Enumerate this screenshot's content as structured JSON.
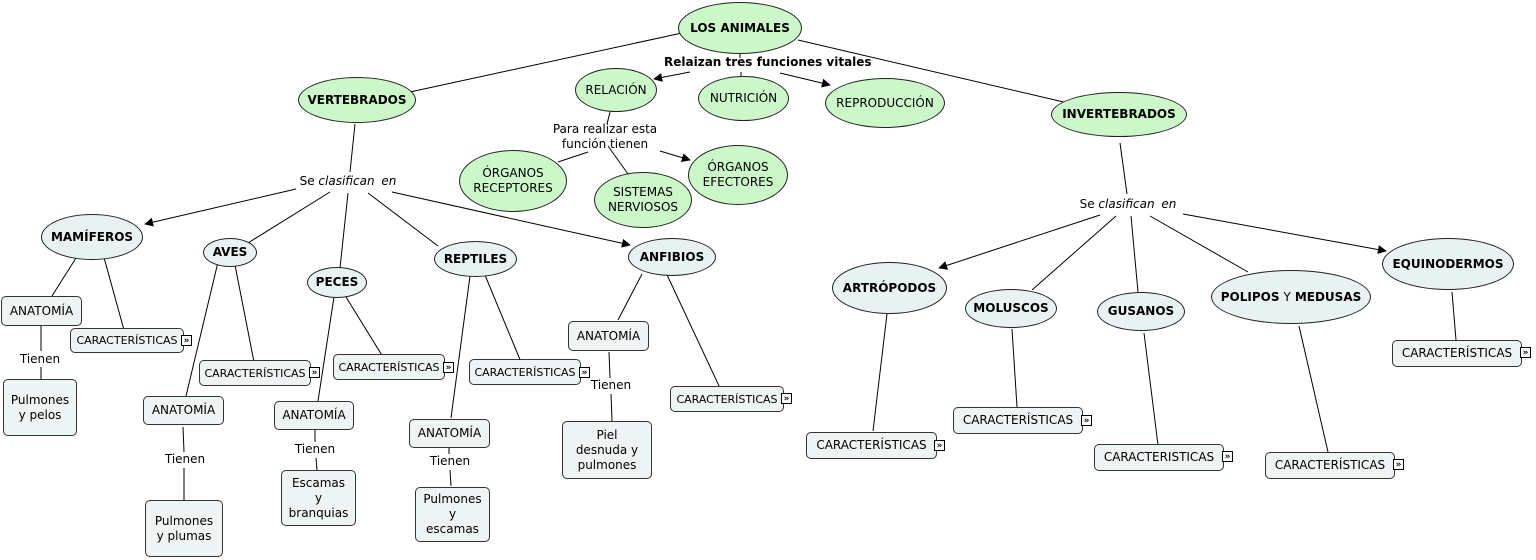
{
  "root": "LOS ANIMALES",
  "vital_label": "Relaizan tres funciones vitales",
  "vertebrados": "VERTEBRADOS",
  "invertebrados": "INVERTEBRADOS",
  "relacion": "RELACIÓN",
  "nutricion": "NUTRICIÓN",
  "reproduccion": "REPRODUCCIÓN",
  "para_realizar": "Para realizar esta función tienen",
  "organos_receptores": "ÓRGANOS RECEPTORES",
  "sistemas_nerviosos": "SISTEMAS NERVIOSOS",
  "organos_efectores": "ÓRGANOS EFECTORES",
  "se_clasifican_a": "Se",
  "se_clasifican_b": "clasifican",
  "se_clasifican_c": "en",
  "vert": {
    "mamiferos": "MAMÍFEROS",
    "aves": "AVES",
    "peces": "PECES",
    "reptiles": "REPTILES",
    "anfibios": "ANFIBIOS"
  },
  "anatomia": "ANATOMÍA",
  "tienen": "Tienen",
  "caracteristicas": "CARACTERÍSTICAS",
  "caracteristicas_noaccent": "CARACTERISTICAS",
  "expand_glyph": "»",
  "mam_leaf": "Pulmones y pelos",
  "aves_leaf": "Pulmones y plumas",
  "peces_leaf": "Escamas y branquias",
  "rept_leaf": "Pulmones y escamas",
  "anf_leaf": "Piel desnuda y pulmones",
  "inv": {
    "artropodos": "ARTRÓPODOS",
    "moluscos": "MOLUSCOS",
    "gusanos": "GUSANOS",
    "polipos": "POLIPOS",
    "y": "Y",
    "medusas": "MEDUSAS",
    "equinodermos": "EQUINODERMOS"
  }
}
